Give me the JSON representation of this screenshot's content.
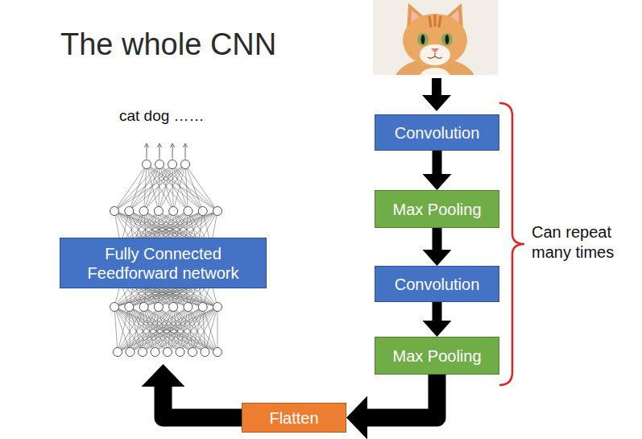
{
  "diagram": {
    "title": "The whole CNN",
    "nodes": [
      {
        "text": [
          "Convolution"
        ]
      },
      {
        "text": [
          "Max Pooling"
        ]
      },
      {
        "text": [
          "Convolution"
        ]
      },
      {
        "text": [
          "Max Pooling"
        ]
      },
      {
        "text": [
          "Flatten"
        ]
      },
      {
        "text": [
          "Fully Connected Feedforward network"
        ]
      }
    ],
    "edges": [
      {
        "from": 0,
        "to": 1,
        "arrow": "to"
      },
      {
        "from": 1,
        "to": 2,
        "arrow": "to"
      },
      {
        "from": 2,
        "to": 3,
        "arrow": "to"
      },
      {
        "from": 3,
        "to": 4,
        "arrow": "to"
      },
      {
        "from": 4,
        "to": 5,
        "arrow": "to"
      }
    ],
    "labels": [
      "cat dog ……",
      "Can repeat many times"
    ]
  }
}
